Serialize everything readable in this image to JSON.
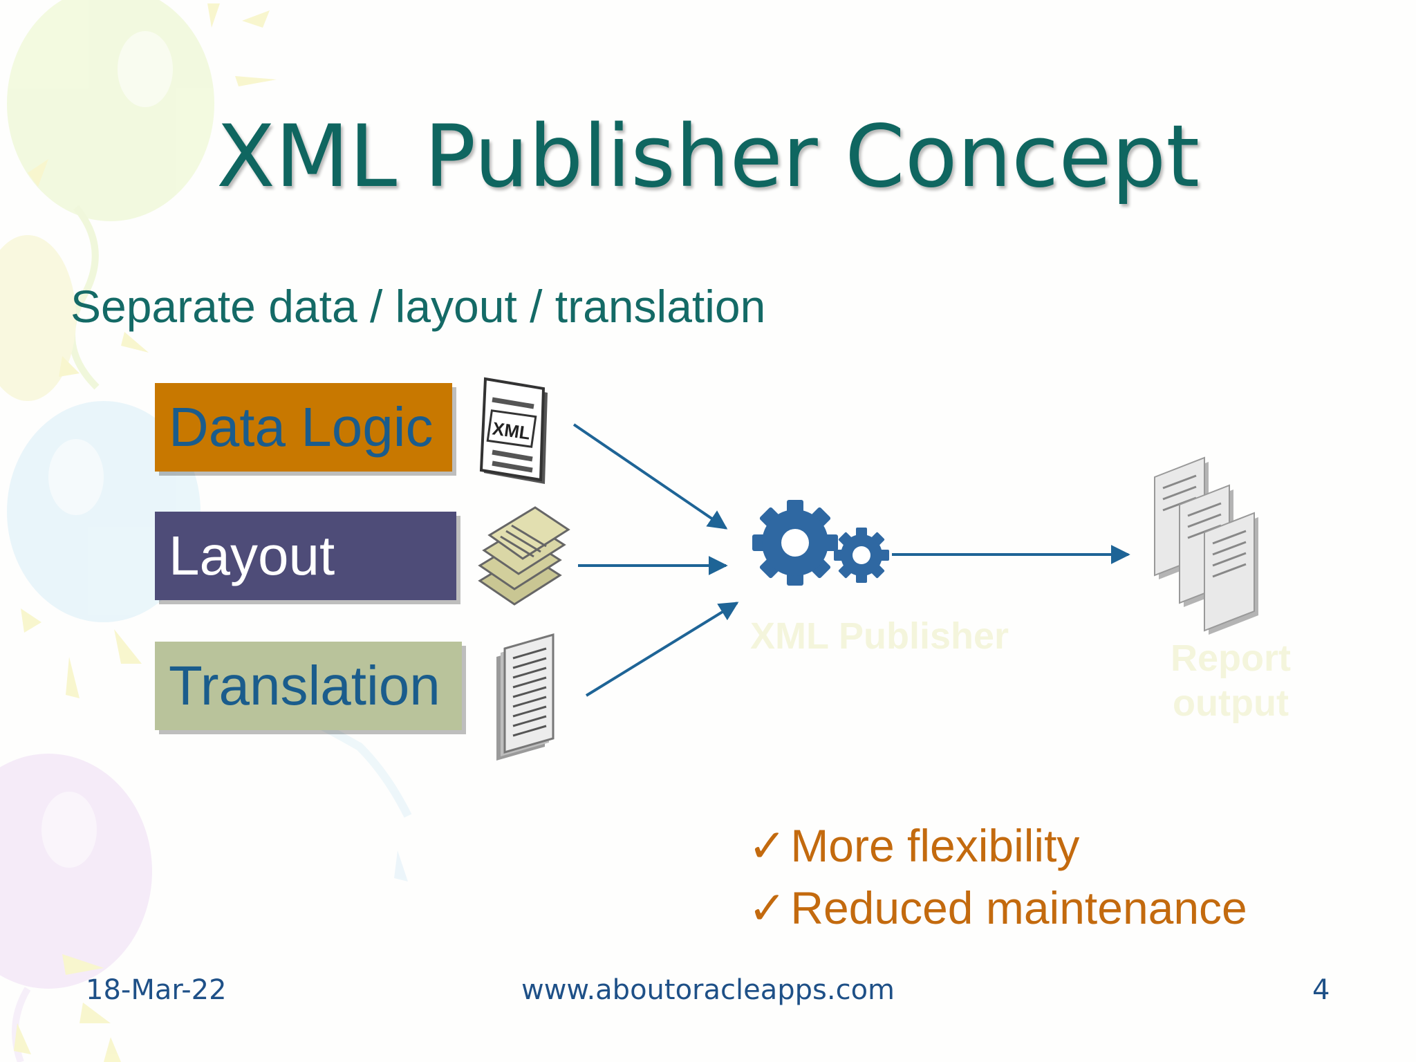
{
  "slide": {
    "title": "XML Publisher Concept",
    "subtitle": "Separate data / layout / translation"
  },
  "diagram": {
    "inputs": [
      {
        "label": "Data Logic",
        "color": "#c87800",
        "icon": "xml-document-icon"
      },
      {
        "label": "Layout",
        "color": "#4e4c78",
        "icon": "template-pages-icon"
      },
      {
        "label": "Translation",
        "color": "#b9c39b",
        "icon": "document-stack-icon"
      }
    ],
    "engine": {
      "label": "XML Publisher",
      "icon": "gears-icon"
    },
    "output": {
      "line1": "Report",
      "line2": "output",
      "icon": "report-pages-icon"
    },
    "arrow_color": "#1e6496"
  },
  "benefits": {
    "check": "✓",
    "items": [
      "More flexibility",
      "Reduced maintenance"
    ]
  },
  "footer": {
    "date": "18-Mar-22",
    "url": "www.aboutoracleapps.com",
    "page": "4"
  },
  "colors": {
    "title": "#0f6660",
    "benefit": "#c36a0e",
    "footer": "#1e5087"
  }
}
